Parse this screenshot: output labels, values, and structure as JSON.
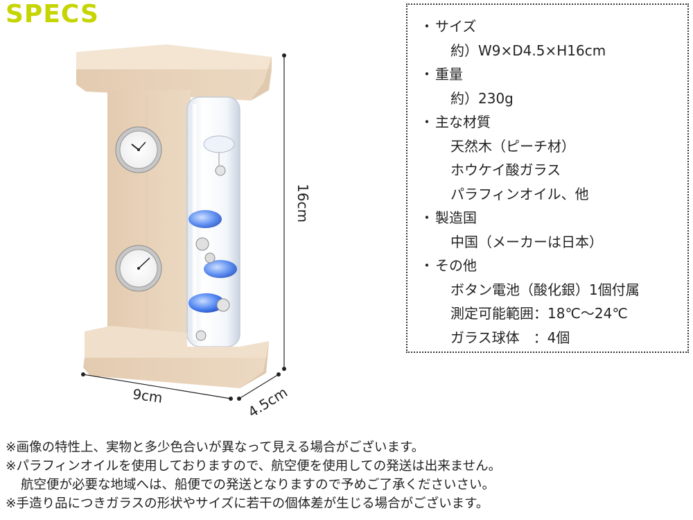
{
  "title": "SPECS",
  "dimensions": {
    "width": "9cm",
    "depth": "4.5cm",
    "height": "16cm"
  },
  "specs": [
    {
      "label": "サイズ",
      "values": [
        "約）W9×D4.5×H16cm"
      ]
    },
    {
      "label": "重量",
      "values": [
        "約）230g"
      ]
    },
    {
      "label": "主な材質",
      "values": [
        "天然木（ピーチ材）",
        "ホウケイ酸ガラス",
        "パラフィンオイル、他"
      ]
    },
    {
      "label": "製造国",
      "values": [
        "中国（メーカーは日本）"
      ]
    },
    {
      "label": "その他",
      "values": [
        "ボタン電池（酸化銀）1個付属",
        "測定可能範囲：18℃～24℃",
        "ガラス球体　：4個"
      ]
    }
  ],
  "notes": [
    "※画像の特性上、実物と多少色合いが異なって見える場合がございます。",
    "※パラフィンオイルを使用しておりますので、航空便を使用しての発送は出来ません。",
    "航空便が必要な地域へは、船便での発送となりますので予めご了承くださいさい。",
    "※手造り品につきガラスの形状やサイズに若干の個体差が生じる場合がございます。"
  ],
  "colors": {
    "accent": "#c6d400",
    "wood": "#e8d5bd",
    "glass_blue": "#2a5fd8"
  },
  "icons": [
    "clock-icon",
    "hygrometer-icon"
  ]
}
